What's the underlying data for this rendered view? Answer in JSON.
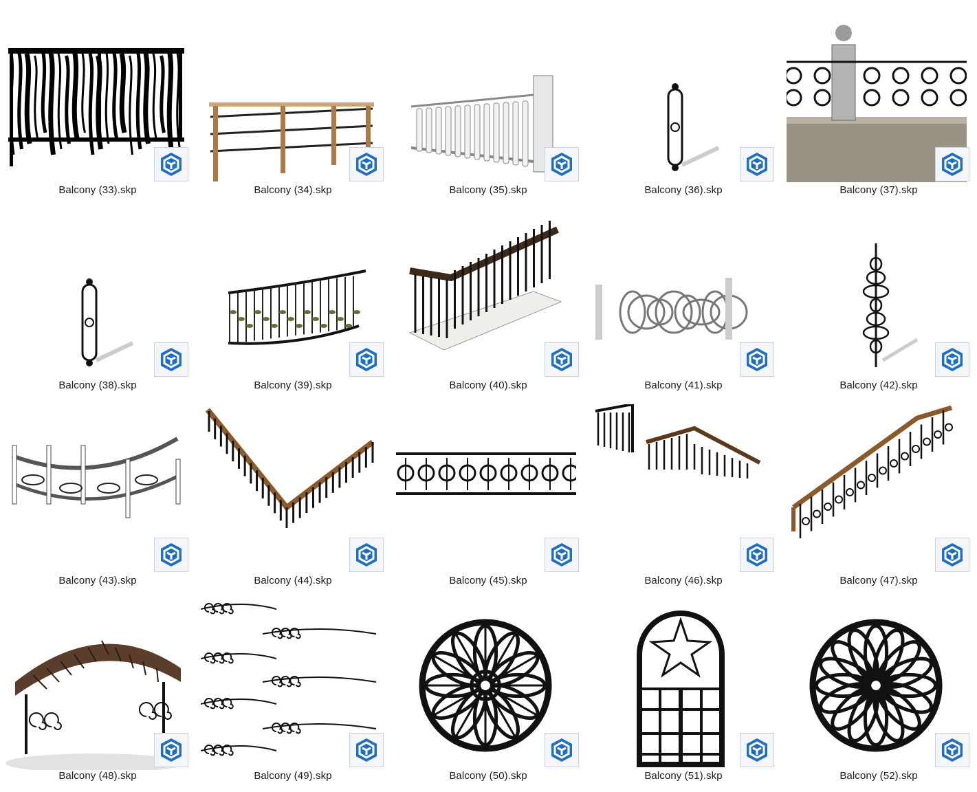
{
  "files": [
    {
      "name": "Balcony (33).skp",
      "icon": "sketchup-file-icon",
      "thumb": "birch-fence"
    },
    {
      "name": "Balcony (34).skp",
      "icon": "sketchup-file-icon",
      "thumb": "wood-rail"
    },
    {
      "name": "Balcony (35).skp",
      "icon": "sketchup-file-icon",
      "thumb": "balustrade"
    },
    {
      "name": "Balcony (36).skp",
      "icon": "sketchup-file-icon",
      "thumb": "baluster-small"
    },
    {
      "name": "Balcony (37).skp",
      "icon": "sketchup-file-icon",
      "thumb": "stone-fence"
    },
    {
      "name": "Balcony (38).skp",
      "icon": "sketchup-file-icon",
      "thumb": "baluster-small"
    },
    {
      "name": "Balcony (39).skp",
      "icon": "sketchup-file-icon",
      "thumb": "curved-leaf-railing"
    },
    {
      "name": "Balcony (40).skp",
      "icon": "sketchup-file-icon",
      "thumb": "balcony-box"
    },
    {
      "name": "Balcony (41).skp",
      "icon": "sketchup-file-icon",
      "thumb": "silver-ornate"
    },
    {
      "name": "Balcony (42).skp",
      "icon": "sketchup-file-icon",
      "thumb": "ornate-baluster"
    },
    {
      "name": "Balcony (43).skp",
      "icon": "sketchup-file-icon",
      "thumb": "curved-white-balcony"
    },
    {
      "name": "Balcony (44).skp",
      "icon": "sketchup-file-icon",
      "thumb": "corner-railing"
    },
    {
      "name": "Balcony (45).skp",
      "icon": "sketchup-file-icon",
      "thumb": "scroll-panel"
    },
    {
      "name": "Balcony (46).skp",
      "icon": "sketchup-file-icon",
      "thumb": "two-railings"
    },
    {
      "name": "Balcony (47).skp",
      "icon": "sketchup-file-icon",
      "thumb": "stair-railing"
    },
    {
      "name": "Balcony (48).skp",
      "icon": "sketchup-file-icon",
      "thumb": "canopy"
    },
    {
      "name": "Balcony (49).skp",
      "icon": "sketchup-file-icon",
      "thumb": "ornament-set"
    },
    {
      "name": "Balcony (50).skp",
      "icon": "sketchup-file-icon",
      "thumb": "round-window"
    },
    {
      "name": "Balcony (51).skp",
      "icon": "sketchup-file-icon",
      "thumb": "arched-window"
    },
    {
      "name": "Balcony (52).skp",
      "icon": "sketchup-file-icon",
      "thumb": "round-rosette"
    }
  ],
  "colors": {
    "label": "#1a1a1a",
    "badge_blue": "#1f6fc0",
    "background": "#ffffff"
  }
}
